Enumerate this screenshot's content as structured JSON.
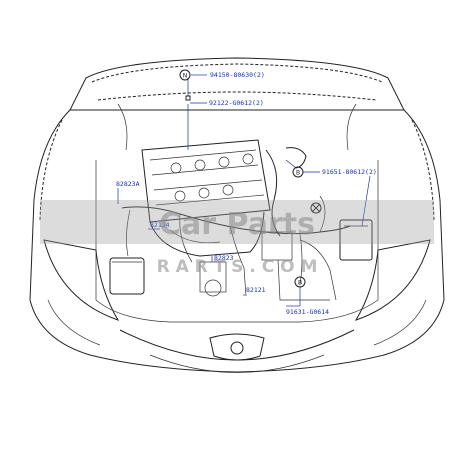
{
  "callouts": [
    {
      "id": "c1",
      "text": "94150-80630(2)",
      "symbol": "N"
    },
    {
      "id": "c2",
      "text": "92122-G0612(2)"
    },
    {
      "id": "c3",
      "text": "91651-80612(2)",
      "symbol": "B"
    },
    {
      "id": "c4",
      "text": "82823A"
    },
    {
      "id": "c5",
      "text": "82124"
    },
    {
      "id": "c6",
      "text": "82823"
    },
    {
      "id": "c7",
      "text": "82121"
    },
    {
      "id": "c8",
      "text": "91631-G0614",
      "symbol": "B"
    }
  ],
  "watermark": {
    "brand": "Car Parts",
    "subtitle": "R A R T S . C O M"
  }
}
